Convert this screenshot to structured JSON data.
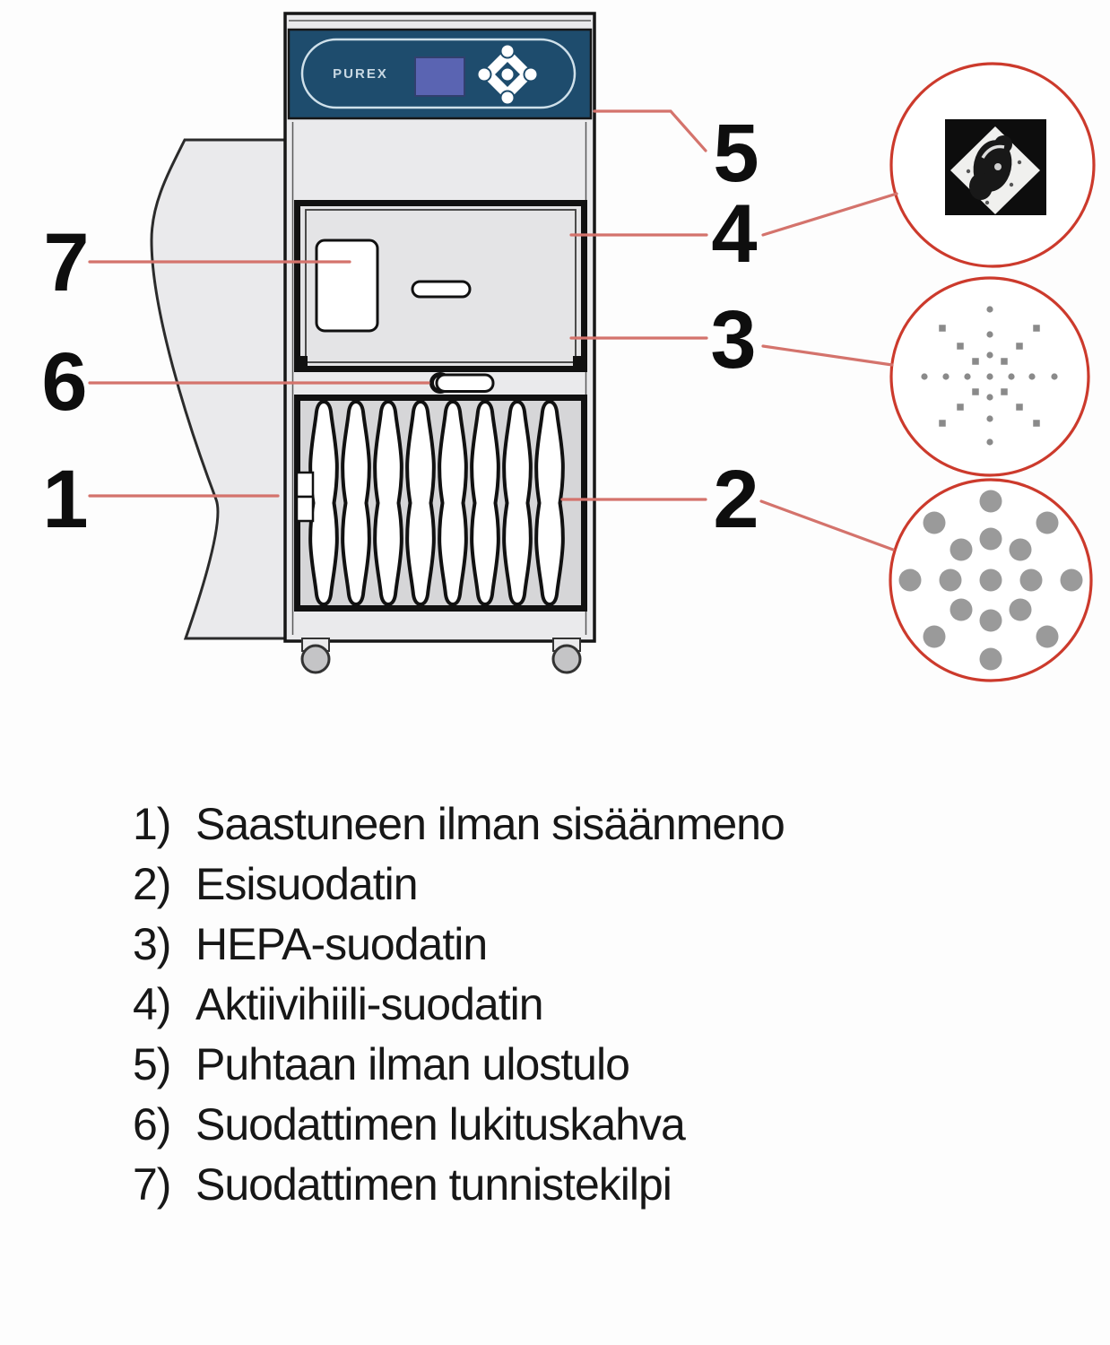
{
  "device": {
    "logo": "PUREX"
  },
  "callouts": {
    "c1": "1",
    "c2": "2",
    "c3": "3",
    "c4": "4",
    "c5": "5",
    "c6": "6",
    "c7": "7"
  },
  "legend": {
    "items": [
      {
        "num": "1)",
        "text": "Saastuneen ilman sisäänmeno"
      },
      {
        "num": "2)",
        "text": "Esisuodatin"
      },
      {
        "num": "3)",
        "text": "HEPA-suodatin"
      },
      {
        "num": "4)",
        "text": "Aktiivihiili-suodatin"
      },
      {
        "num": "5)",
        "text": "Puhtaan ilman ulostulo"
      },
      {
        "num": "6)",
        "text": "Suodattimen lukituskahva"
      },
      {
        "num": "7)",
        "text": "Suodattimen tunnistekilpi"
      }
    ]
  },
  "colors": {
    "callout_line": "#d4736c",
    "magnifier_ring": "#cc3a2c",
    "panel_navy": "#1e4c6d",
    "screen_blue": "#5a64b2",
    "hepa_dot": "#8a8a8a",
    "prefilter_dot": "#9a9a9a"
  },
  "magnifiers": {
    "hepa": {
      "dot_color": "#8a8a8a",
      "r": 3.6,
      "square": 7.5,
      "circles": [
        [
          0,
          -75
        ],
        [
          0,
          -47
        ],
        [
          0,
          -24
        ],
        [
          0,
          0
        ],
        [
          0,
          23
        ],
        [
          0,
          47
        ],
        [
          0,
          73
        ],
        [
          -73,
          0
        ],
        [
          -49,
          0
        ],
        [
          -25,
          0
        ],
        [
          24,
          0
        ],
        [
          47,
          0
        ],
        [
          72,
          0
        ]
      ],
      "squares": [
        [
          -53,
          -54
        ],
        [
          52,
          -54
        ],
        [
          -33,
          -34
        ],
        [
          33,
          -34
        ],
        [
          -16,
          -17
        ],
        [
          16,
          -17
        ],
        [
          -16,
          17
        ],
        [
          16,
          17
        ],
        [
          -33,
          34
        ],
        [
          33,
          34
        ],
        [
          -53,
          52
        ],
        [
          52,
          52
        ]
      ]
    },
    "prefilter": {
      "dot_color": "#9a9a9a",
      "r": 12.5,
      "circles": [
        [
          0,
          -88
        ],
        [
          -63,
          -64
        ],
        [
          63,
          -64
        ],
        [
          0,
          -46
        ],
        [
          -33,
          -34
        ],
        [
          33,
          -34
        ],
        [
          -90,
          0
        ],
        [
          -45,
          0
        ],
        [
          0,
          0
        ],
        [
          45,
          0
        ],
        [
          90,
          0
        ],
        [
          -33,
          33
        ],
        [
          33,
          33
        ],
        [
          0,
          45
        ],
        [
          -63,
          63
        ],
        [
          63,
          63
        ],
        [
          0,
          88
        ]
      ]
    }
  }
}
